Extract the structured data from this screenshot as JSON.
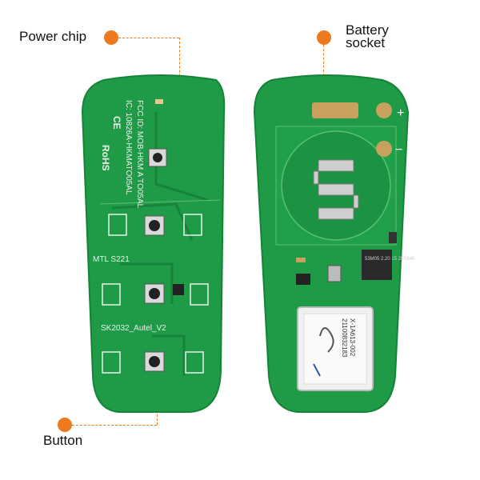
{
  "callouts": {
    "power_chip": "Power chip",
    "battery_socket": "Battery socket",
    "button": "Button"
  },
  "pcb_left": {
    "fcc": "FCC ID: MOB-HKM A TO05AL",
    "ic": "IC: 10826A-HKMATO05AL",
    "ce": "CE",
    "rohs": "RoHS",
    "mtl": "MTL S221",
    "model": "SK2032_Autel_V2"
  },
  "pcb_right": {
    "plus": "+",
    "minus": "−",
    "chip_code": "53M05 2.20 15 28S840",
    "module_line1": "X-1A613-002",
    "module_line2": "21100832183"
  },
  "colors": {
    "pcb_green": "#1f9a46",
    "pcb_edge": "#138437",
    "accent_orange": "#ee7a1f"
  }
}
